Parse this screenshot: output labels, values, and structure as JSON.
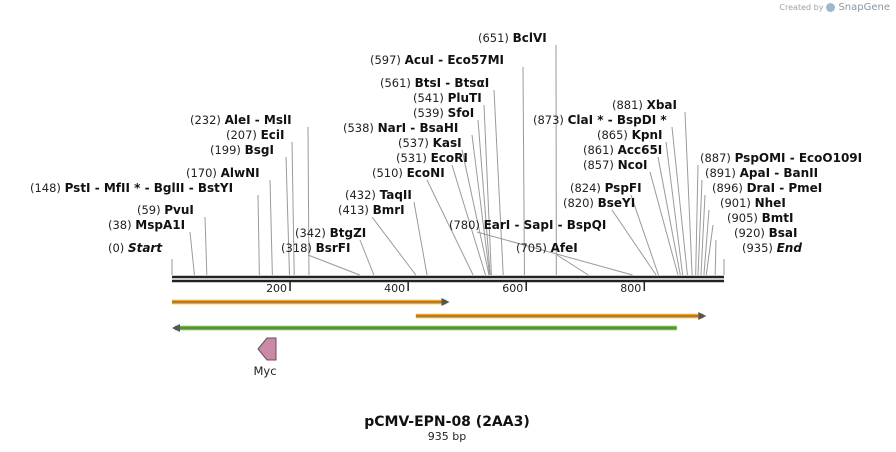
{
  "credit": {
    "prefix": "Created by",
    "brand": "SnapGene"
  },
  "title": "pCMV-EPN-08 (2AA3)",
  "subtitle": "935 bp",
  "colors": {
    "orange_feature": "#f5a623",
    "green_feature": "#6dbd3b",
    "myc_feature": "#c98aa5",
    "backbone": "#222222"
  },
  "ruler_ticks": [
    {
      "pos": 200,
      "label": "200"
    },
    {
      "pos": 400,
      "label": "400"
    },
    {
      "pos": 600,
      "label": "600"
    },
    {
      "pos": 800,
      "label": "800"
    }
  ],
  "sites": [
    {
      "num": "(0)",
      "name": "Start",
      "pos": 0,
      "italic": true
    },
    {
      "num": "(38)",
      "name": "MspA1I",
      "pos": 38
    },
    {
      "num": "(59)",
      "name": "PvuI",
      "pos": 59
    },
    {
      "num": "(148)",
      "name": "PstI - MfII * - BglII - BstYI",
      "pos": 148
    },
    {
      "num": "(170)",
      "name": "AlwNI",
      "pos": 170
    },
    {
      "num": "(199)",
      "name": "BsgI",
      "pos": 199
    },
    {
      "num": "(207)",
      "name": "EciI",
      "pos": 207
    },
    {
      "num": "(232)",
      "name": "AleI - MslI",
      "pos": 232
    },
    {
      "num": "(318)",
      "name": "BsrFI",
      "pos": 318
    },
    {
      "num": "(342)",
      "name": "BtgZI",
      "pos": 342
    },
    {
      "num": "(413)",
      "name": "BmrI",
      "pos": 413
    },
    {
      "num": "(432)",
      "name": "TaqII",
      "pos": 432
    },
    {
      "num": "(510)",
      "name": "EcoNI",
      "pos": 510
    },
    {
      "num": "(531)",
      "name": "EcoRI",
      "pos": 531
    },
    {
      "num": "(537)",
      "name": "KasI",
      "pos": 537
    },
    {
      "num": "(538)",
      "name": "NarI - BsaHI",
      "pos": 538
    },
    {
      "num": "(539)",
      "name": "SfoI",
      "pos": 539
    },
    {
      "num": "(541)",
      "name": "PluTI",
      "pos": 541
    },
    {
      "num": "(561)",
      "name": "BtsI - BtsαI",
      "pos": 561
    },
    {
      "num": "(597)",
      "name": "AcuI - Eco57MI",
      "pos": 597
    },
    {
      "num": "(651)",
      "name": "BclVI",
      "pos": 651
    },
    {
      "num": "(705)",
      "name": "AfeI",
      "pos": 705
    },
    {
      "num": "(780)",
      "name": "EarI - SapI - BspQI",
      "pos": 780
    },
    {
      "num": "(820)",
      "name": "BseYI",
      "pos": 820
    },
    {
      "num": "(824)",
      "name": "PspFI",
      "pos": 824
    },
    {
      "num": "(857)",
      "name": "NcoI",
      "pos": 857
    },
    {
      "num": "(861)",
      "name": "Acc65I",
      "pos": 861
    },
    {
      "num": "(865)",
      "name": "KpnI",
      "pos": 865
    },
    {
      "num": "(873)",
      "name": "ClaI * - BspDI *",
      "pos": 873
    },
    {
      "num": "(881)",
      "name": "XbaI",
      "pos": 881
    },
    {
      "num": "(887)",
      "name": "PspOMI - EcoO109I",
      "pos": 887
    },
    {
      "num": "(891)",
      "name": "ApaI - BanII",
      "pos": 891
    },
    {
      "num": "(896)",
      "name": "DraI - PmeI",
      "pos": 896
    },
    {
      "num": "(901)",
      "name": "NheI",
      "pos": 901
    },
    {
      "num": "(905)",
      "name": "BmtI",
      "pos": 905
    },
    {
      "num": "(920)",
      "name": "BsaI",
      "pos": 920
    },
    {
      "num": "(935)",
      "name": "End",
      "pos": 935,
      "italic": true
    }
  ],
  "features": [
    {
      "kind": "orange",
      "start": 0,
      "end": 465,
      "direction": "forward"
    },
    {
      "kind": "orange",
      "start": 413,
      "end": 900,
      "direction": "forward"
    },
    {
      "kind": "green",
      "start": 5,
      "end": 855,
      "direction": "reverse"
    },
    {
      "kind": "myc",
      "label": "Myc",
      "start": 145,
      "end": 178,
      "direction": "reverse"
    }
  ]
}
